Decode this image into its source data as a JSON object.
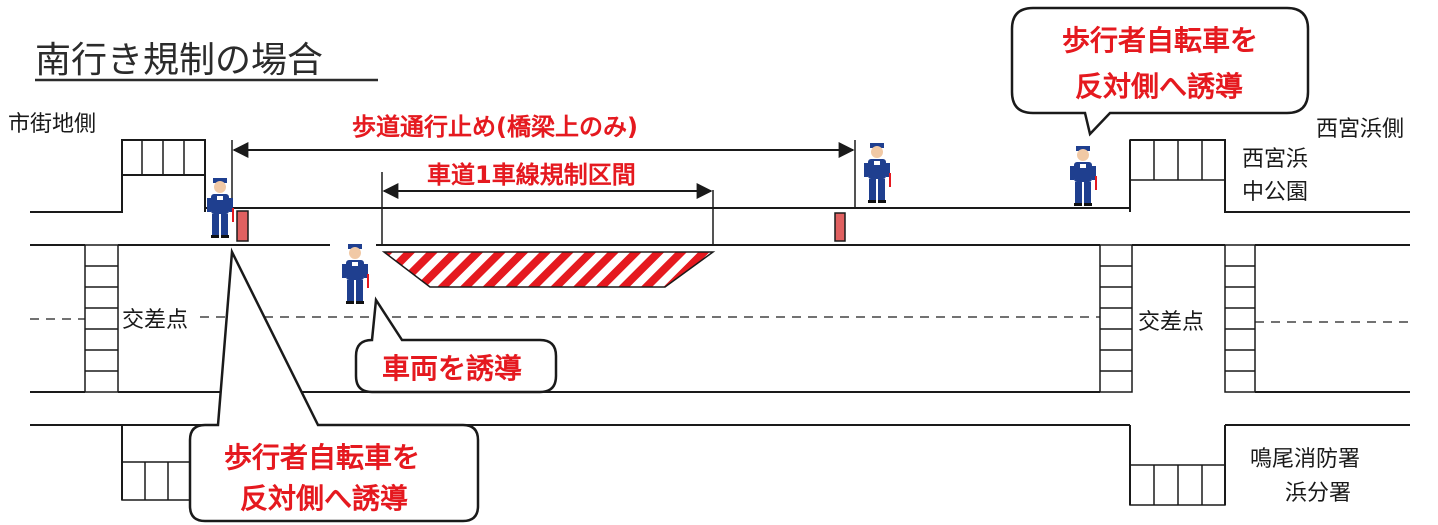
{
  "title": "南行き規制の場合",
  "labels": {
    "city_side": "市街地側",
    "nishinomiya_hama_side": "西宮浜側",
    "park": [
      "西宮浜",
      "中公園"
    ],
    "intersection_left": "交差点",
    "intersection_right": "交差点",
    "fire_station": [
      "鳴尾消防署",
      "浜分署"
    ]
  },
  "spans": {
    "sidewalk_closed": "歩道通行止め(橋梁上のみ)",
    "lane_restriction": "車道1車線規制区間"
  },
  "callouts": {
    "top_right": [
      "歩行者自転車を",
      "反対側へ誘導"
    ],
    "vehicle": "車両を誘導",
    "bottom_left": [
      "歩行者自転車を",
      "反対側へ誘導"
    ]
  },
  "colors": {
    "accent_red": "#e5191f",
    "uniform_blue": "#1f3f8f",
    "barrier_fill": "#e06060"
  },
  "icons": [
    "guard-officer-icon",
    "barricade-icon",
    "hatched-restriction-zone"
  ]
}
